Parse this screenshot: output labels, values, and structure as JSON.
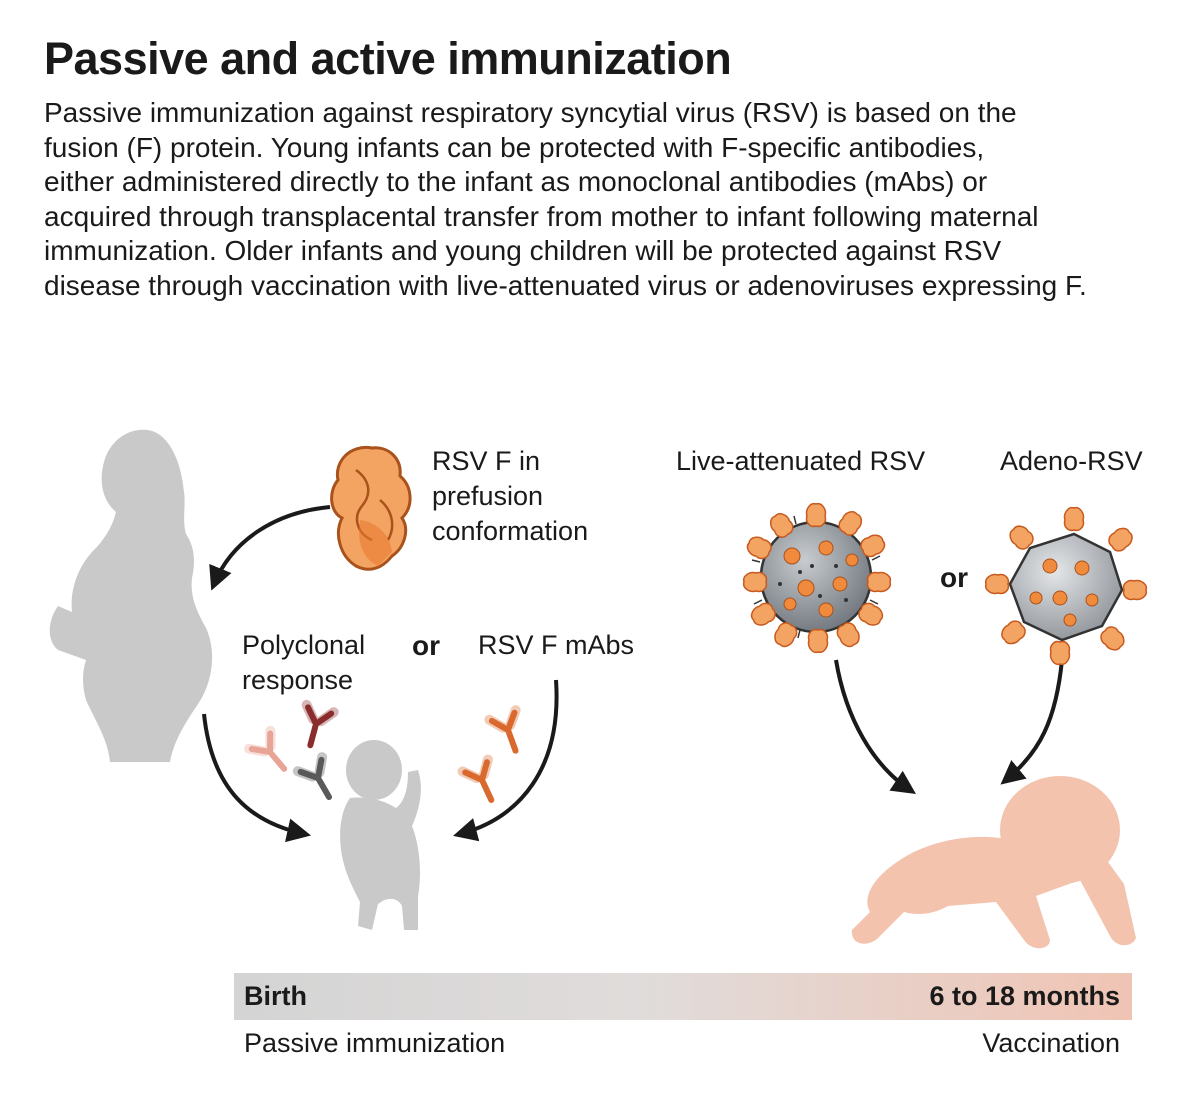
{
  "title": "Passive and active immunization",
  "description": [
    "Passive immunization against respiratory syncytial virus (RSV) is based on the",
    "fusion (F) protein. Young infants can be protected with F-specific antibodies,",
    "either administered directly to the infant as monoclonal antibodies (mAbs) or",
    "acquired through transplacental transfer from mother to infant following maternal",
    "immunization. Older infants and young children will be protected against RSV",
    "disease through vaccination with live-attenuated virus or adenoviruses expressing F."
  ],
  "labels": {
    "rsvf": [
      "RSV F in",
      "prefusion",
      "conformation"
    ],
    "polyclonal": [
      "Polyclonal",
      "response"
    ],
    "or_left": "or",
    "mabs": "RSV F mAbs",
    "live": "Live-attenuated RSV",
    "adeno": "Adeno-RSV",
    "or_right": "or"
  },
  "timeline": {
    "start": "Birth",
    "end": "6 to 18 months",
    "start_sub": "Passive immunization",
    "end_sub": "Vaccination"
  },
  "colors": {
    "grey_silhouette": "#c9c9c9",
    "peach_silhouette": "#f3c3ae",
    "orange": "#e87a30",
    "orange_light": "#f4a462",
    "virus_grey": "#9aa0a6",
    "antibody_pink": "#e8a597",
    "antibody_darkred": "#8c2d2d",
    "antibody_grey": "#5a5a5a",
    "antibody_orange": "#d9692e"
  }
}
